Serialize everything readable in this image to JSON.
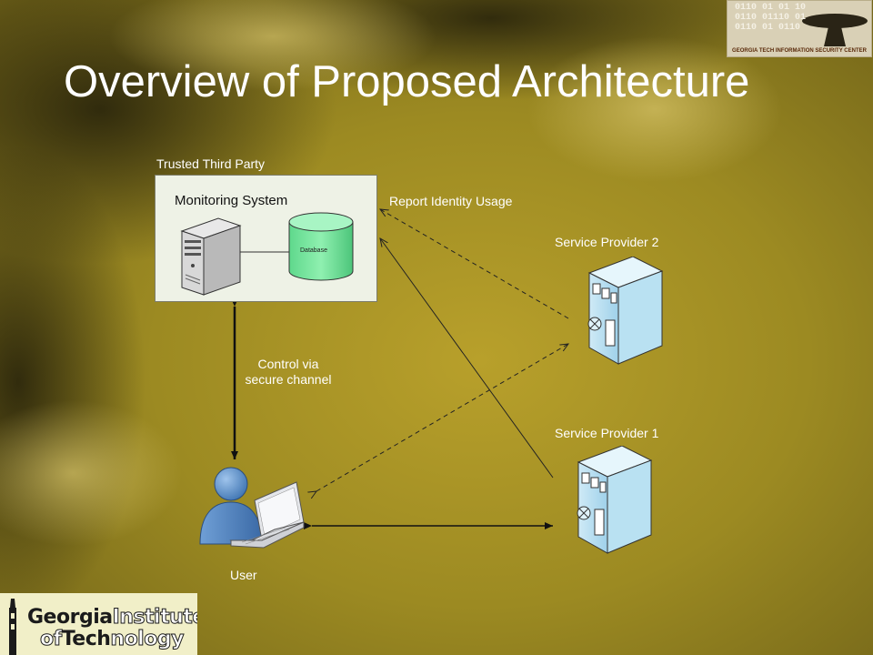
{
  "slide": {
    "title": "Overview of Proposed Architecture",
    "colors": {
      "background_dark": "#3a3413",
      "background_gold": "#b39b28",
      "text": "#ffffff"
    }
  },
  "diagram": {
    "trusted_third_party_label": "Trusted Third Party",
    "monitoring_system_label": "Monitoring System",
    "database_label": "Database",
    "report_identity_usage_label": "Report Identity Usage",
    "control_channel_label_line1": "Control via",
    "control_channel_label_line2": "secure channel",
    "service_provider_2_label": "Service Provider 2",
    "service_provider_1_label": "Service Provider 1",
    "user_label": "User"
  },
  "logos": {
    "top_right_text": "GEORGIA TECH INFORMATION SECURITY CENTER",
    "top_right_bits": "0110 01 01 10\n0110 01110 01\n0110 01 0110",
    "bottom_left_word1": "Georgia",
    "bottom_left_word2": "Institute",
    "bottom_left_word3": "of",
    "bottom_left_word4": "Tech",
    "bottom_left_word5": "nology"
  }
}
